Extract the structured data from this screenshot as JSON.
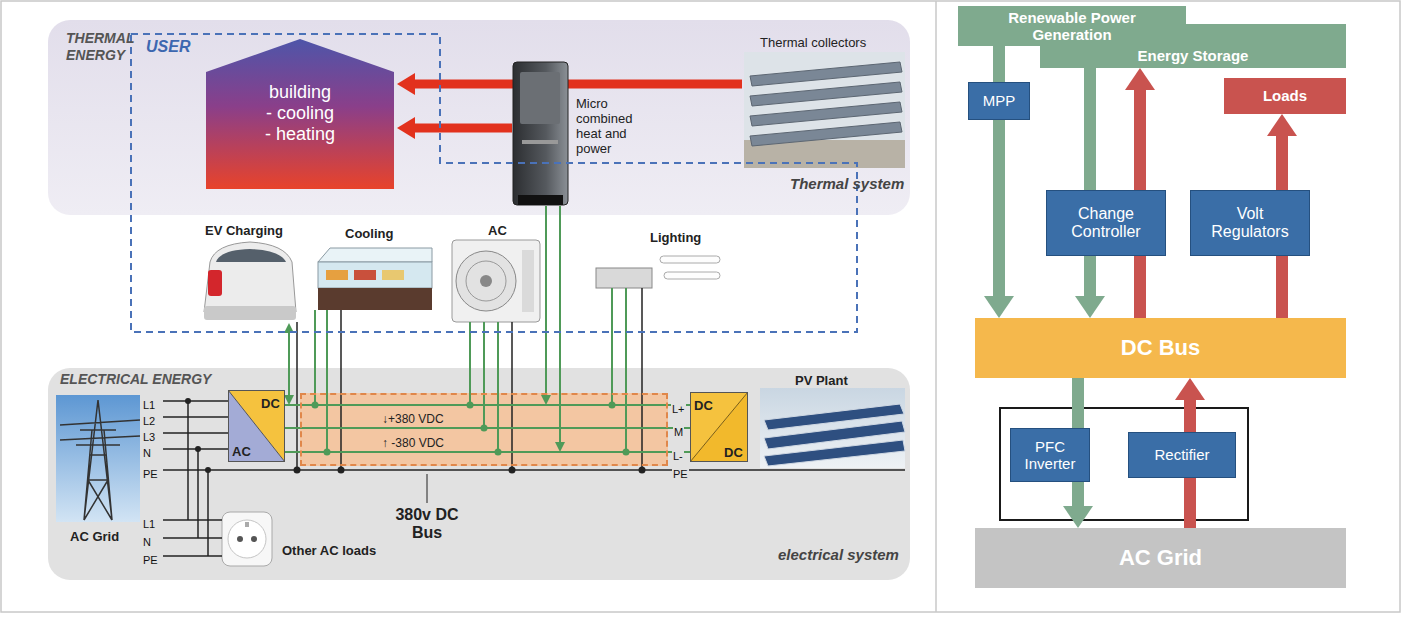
{
  "diagram": {
    "nodes": [
      {
        "text": [
          "THERMAL ENERGY",
          "Thermal system"
        ]
      },
      {
        "text": [
          "USER"
        ]
      },
      {
        "text": [
          "building - cooling - heating"
        ],
        "in": 1
      },
      {
        "text": [
          "ELECTRICAL ENERGY",
          "electrical system"
        ]
      },
      {
        "text": [
          "DC",
          "AC"
        ],
        "in": 3
      },
      {
        "text": [
          "↓+380 VDC",
          "↑ -380 VDC"
        ],
        "in": 3
      },
      {
        "text": [
          "DC",
          "DC"
        ],
        "in": 3
      },
      {
        "text": [
          "Renewable Power Generation"
        ]
      },
      {
        "text": [
          "Energy Storage"
        ]
      },
      {
        "text": [
          "Loads"
        ]
      },
      {
        "text": [
          "MPP"
        ]
      },
      {
        "text": [
          "Change Controller"
        ]
      },
      {
        "text": [
          "Volt Regulators"
        ]
      },
      {
        "text": [
          "DC Bus"
        ]
      },
      {
        "text": [
          "PFC Inverter"
        ]
      },
      {
        "text": [
          "Rectifier"
        ]
      },
      {
        "text": [
          "AC Grid"
        ]
      }
    ],
    "edges": [
      {
        "from": 4,
        "to": 5,
        "arrow": "none"
      },
      {
        "from": 5,
        "to": 6,
        "arrow": "none"
      },
      {
        "from": 7,
        "to": 10,
        "arrow": "none"
      },
      {
        "from": 10,
        "to": 13,
        "arrow": "to"
      },
      {
        "from": 8,
        "to": 11,
        "arrow": "none"
      },
      {
        "from": 11,
        "to": 13,
        "arrow": "to"
      },
      {
        "from": 13,
        "to": 11,
        "arrow": "none"
      },
      {
        "from": 11,
        "to": 8,
        "arrow": "to"
      },
      {
        "from": 13,
        "to": 12,
        "arrow": "none"
      },
      {
        "from": 12,
        "to": 9,
        "arrow": "to"
      },
      {
        "from": 13,
        "to": 14,
        "arrow": "none"
      },
      {
        "from": 14,
        "to": 16,
        "arrow": "to"
      },
      {
        "from": 16,
        "to": 15,
        "arrow": "none"
      },
      {
        "from": 15,
        "to": 13,
        "arrow": "to"
      }
    ],
    "labels": [
      "Micro combined heat and power",
      "Thermal collectors",
      "EV Charging",
      "Cooling",
      "AC",
      "Lighting",
      "L1",
      "L2",
      "L3",
      "N",
      "PE",
      "L+",
      "M",
      "L-",
      "PE",
      "PV Plant",
      "AC Grid",
      "L1",
      "N",
      "PE",
      "Other AC loads",
      "380v DC Bus"
    ]
  }
}
